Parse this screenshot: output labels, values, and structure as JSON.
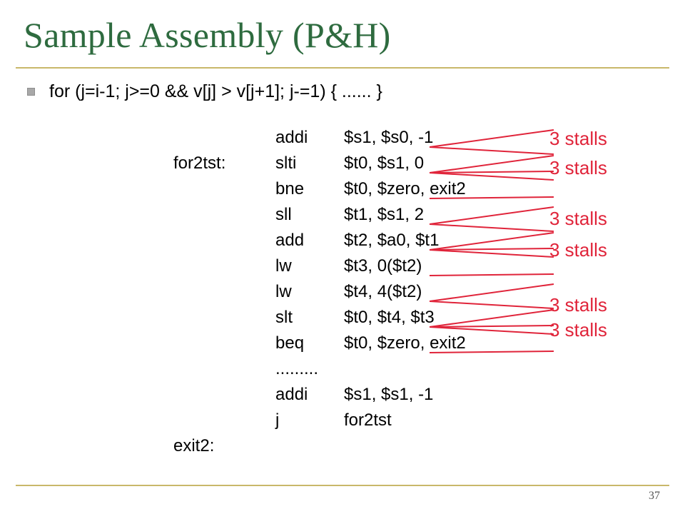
{
  "slide": {
    "title": "Sample Assembly (P&H)",
    "bullet": "for (j=i-1; j>=0 && v[j] > v[j+1]; j-=1) { ...... }",
    "page_number": "37",
    "stall_color": "#e0243a",
    "title_color": "#2e6b3f",
    "rule_color": "#c9b86a"
  },
  "code": [
    {
      "label": "",
      "op": "addi",
      "args": "$s1, $s0, -1"
    },
    {
      "label": "for2tst:",
      "op": "slti",
      "args": "$t0, $s1, 0"
    },
    {
      "label": "",
      "op": "bne",
      "args": "$t0, $zero, exit2"
    },
    {
      "label": "",
      "op": "sll",
      "args": "$t1, $s1, 2"
    },
    {
      "label": "",
      "op": "add",
      "args": "$t2, $a0, $t1"
    },
    {
      "label": "",
      "op": "lw",
      "args": "$t3, 0($t2)"
    },
    {
      "label": "",
      "op": "lw",
      "args": "$t4, 4($t2)"
    },
    {
      "label": "",
      "op": "slt",
      "args": "$t0, $t4, $t3"
    },
    {
      "label": "",
      "op": "beq",
      "args": "$t0, $zero, exit2"
    },
    {
      "label": "",
      "op": ".........",
      "args": ""
    },
    {
      "label": "",
      "op": "addi",
      "args": "$s1, $s1, -1"
    },
    {
      "label": "",
      "op": "j",
      "args": "for2tst"
    },
    {
      "label": "exit2:",
      "op": "",
      "args": ""
    }
  ],
  "stalls": [
    {
      "text": "3 stalls",
      "from_line": 0,
      "to_line": 1
    },
    {
      "text": "3 stalls",
      "from_line": 1,
      "to_line": 2
    },
    {
      "text": "3 stalls",
      "from_line": 3,
      "to_line": 4
    },
    {
      "text": "3 stalls",
      "from_line": 4,
      "to_line": 5
    },
    {
      "text": "3 stalls",
      "from_line": 6,
      "to_line": 7
    },
    {
      "text": "3 stalls",
      "from_line": 7,
      "to_line": 8
    }
  ]
}
